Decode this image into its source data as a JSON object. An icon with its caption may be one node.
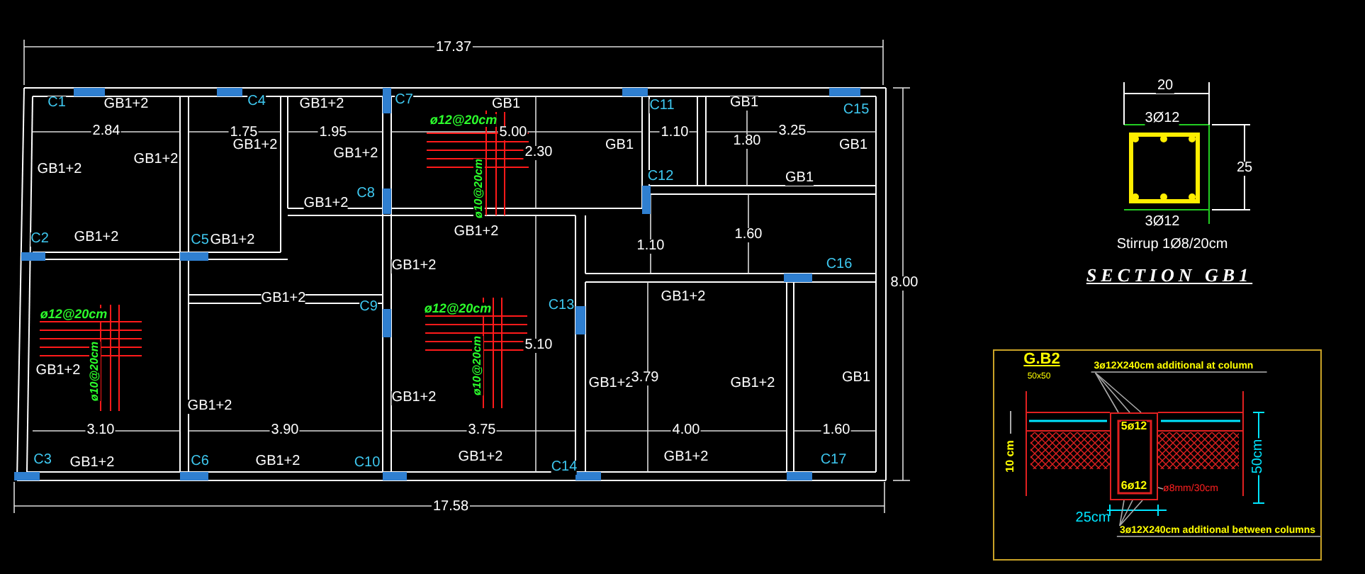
{
  "diagram": {
    "nodes": [
      {
        "text": [
          "3ø12X240cm additional at column"
        ]
      },
      {
        "text": [
          "ø8mm/30cm"
        ]
      },
      {
        "text": [
          "3ø12X240cm additional between columns"
        ]
      },
      {
        "text": [
          "5ø12",
          "6ø12"
        ]
      }
    ],
    "edges": [
      {
        "from": 0,
        "to": 3,
        "arrow": "none"
      },
      {
        "from": 0,
        "to": 3,
        "arrow": "none"
      },
      {
        "from": 0,
        "to": 3,
        "arrow": "none"
      },
      {
        "from": 1,
        "to": 3,
        "arrow": "none"
      },
      {
        "from": 2,
        "to": 3,
        "arrow": "none"
      },
      {
        "from": 2,
        "to": 3,
        "arrow": "none"
      },
      {
        "from": 2,
        "to": 3,
        "arrow": "none"
      }
    ],
    "labels": [
      "17.37",
      "C1",
      "GB1+2",
      "C4",
      "GB1+2",
      "C7",
      "ø12@20cm",
      "GB1",
      "C11",
      "GB1",
      "C15",
      "2.84",
      "1.75",
      "1.95",
      "5.00",
      "1.10",
      "3.25",
      "1.80",
      "GB1+2",
      "GB1",
      "GB1",
      "2.30",
      "GB1+2",
      "GB1+2",
      "GB1+2",
      "ø10@20cm",
      "C12",
      "GB1",
      "C8",
      "GB1+2",
      "GB1+2",
      "1.60",
      "C2",
      "GB1+2",
      "C5",
      "GB1+2",
      "1.10",
      "GB1+2",
      "C16",
      "8.00",
      "GB1+2",
      "GB1+2",
      "C9",
      "C13",
      "ø12@20cm",
      "ø12@20cm",
      "5.10",
      "ø10@20cm",
      "ø10@20cm",
      "GB1+2",
      "GB1+2",
      "3.79",
      "GB1+2",
      "GB1",
      "GB1+2",
      "GB1+2",
      "3.10",
      "3.90",
      "3.75",
      "4.00",
      "1.60",
      "C3",
      "GB1+2",
      "C6",
      "GB1+2",
      "C10",
      "GB1+2",
      "C14",
      "GB1+2",
      "C17",
      "17.58",
      "20",
      "3Ø12",
      "25",
      "3Ø12",
      "Stirrup 1Ø8/20cm",
      "SECTION GB1",
      "G.B2",
      "50x50",
      "10 cm",
      "50cm",
      "25cm"
    ]
  }
}
